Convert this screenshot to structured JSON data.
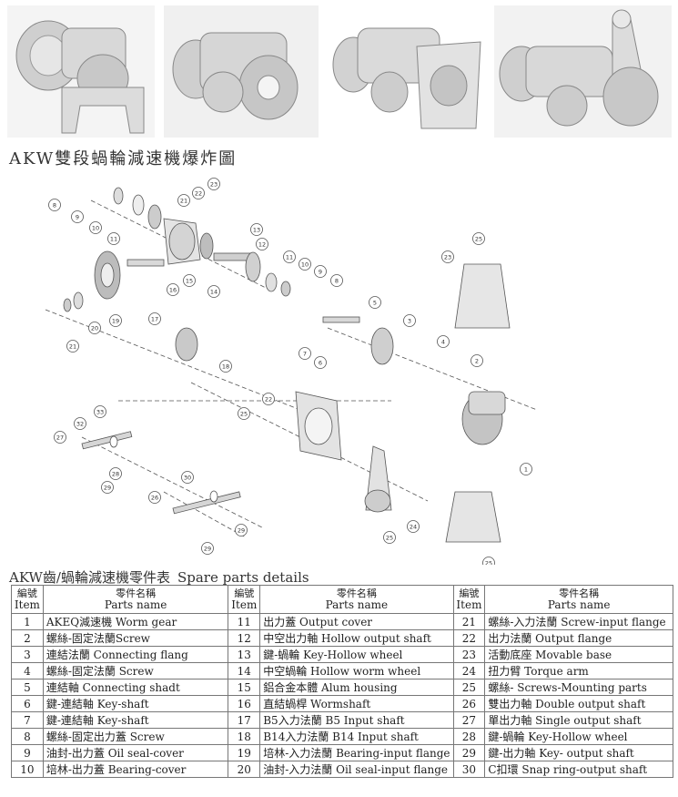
{
  "exploded_title": "AKW雙段蝸輪減速機爆炸圖",
  "table_title": {
    "zh": "AKW齒/蝸輪減速機零件表",
    "en": "Spare parts details"
  },
  "headers": {
    "item_zh": "編號",
    "item_en": "Item",
    "name_zh": "零件名稱",
    "name_en": "Parts name"
  },
  "parts": [
    {
      "item": "1",
      "name": "AKEQ減速機 Worm gear"
    },
    {
      "item": "2",
      "name": "螺絲-固定法蘭Screw"
    },
    {
      "item": "3",
      "name": "連結法蘭 Connecting flang"
    },
    {
      "item": "4",
      "name": "螺絲-固定法蘭 Screw"
    },
    {
      "item": "5",
      "name": "連結軸 Connecting shadt"
    },
    {
      "item": "6",
      "name": "鍵-連結軸 Key-shaft"
    },
    {
      "item": "7",
      "name": "鍵-連結軸 Key-shaft"
    },
    {
      "item": "8",
      "name": "螺絲-固定出力蓋 Screw"
    },
    {
      "item": "9",
      "name": "油封-出力蓋 Oil seal-cover"
    },
    {
      "item": "10",
      "name": "培林-出力蓋 Bearing-cover"
    },
    {
      "item": "11",
      "name": "出力蓋 Output cover"
    },
    {
      "item": "12",
      "name": "中空出力軸 Hollow output shaft"
    },
    {
      "item": "13",
      "name": "鍵-蝸輪 Key-Hollow wheel"
    },
    {
      "item": "14",
      "name": "中空蝸輪 Hollow worm wheel"
    },
    {
      "item": "15",
      "name": "鋁合金本體 Alum housing"
    },
    {
      "item": "16",
      "name": "直結蝸桿 Wormshaft"
    },
    {
      "item": "17",
      "name": "B5入力法蘭 B5 Input shaft"
    },
    {
      "item": "18",
      "name": "B14入力法蘭 B14 Input shaft"
    },
    {
      "item": "19",
      "name": "培林-入力法蘭 Bearing-input flange"
    },
    {
      "item": "20",
      "name": "油封-入力法蘭 Oil seal-input flange"
    },
    {
      "item": "21",
      "name": "螺絲-入力法蘭 Screw-input flange"
    },
    {
      "item": "22",
      "name": "出力法蘭 Output flange"
    },
    {
      "item": "23",
      "name": "活動底座 Movable base"
    },
    {
      "item": "24",
      "name": "扭力臂 Torque arm"
    },
    {
      "item": "25",
      "name": "螺絲- Screws-Mounting parts"
    },
    {
      "item": "26",
      "name": "雙出力軸 Double output shaft"
    },
    {
      "item": "27",
      "name": "單出力軸 Single output shaft"
    },
    {
      "item": "28",
      "name": "鍵-蝸輪 Key-Hollow wheel"
    },
    {
      "item": "29",
      "name": "鍵-出力軸 Key- output shaft"
    },
    {
      "item": "30",
      "name": "C扣環 Snap ring-output shaft"
    }
  ],
  "callouts": [
    "1",
    "2",
    "3",
    "4",
    "5",
    "6",
    "7",
    "8",
    "9",
    "10",
    "11",
    "12",
    "13",
    "14",
    "15",
    "16",
    "17",
    "18",
    "19",
    "20",
    "21",
    "22",
    "23",
    "24",
    "25",
    "26",
    "27",
    "28",
    "29",
    "30",
    "32",
    "33"
  ],
  "colors": {
    "line": "#555555",
    "fill": "#e8e8e8",
    "dark": "#9a9a9a"
  }
}
